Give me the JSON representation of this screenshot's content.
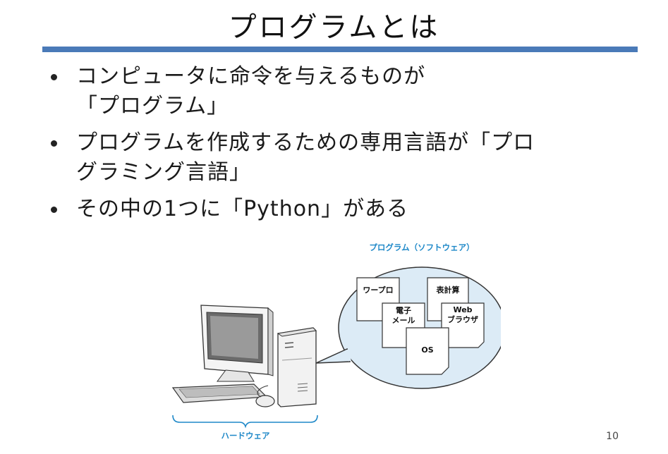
{
  "title": "プログラムとは",
  "bullets": [
    {
      "lines": [
        "コンピュータに命令を与えるものが",
        "「プログラム」"
      ]
    },
    {
      "lines": [
        "プログラムを作成するための専用言語が「プロ",
        "グラミング言語」"
      ]
    },
    {
      "lines": [
        "その中の1つに「Python」がある"
      ]
    }
  ],
  "figure": {
    "software_label": "プログラム（ソフトウェア）",
    "hardware_label": "ハードウェア",
    "docs": {
      "wapuro": "ワープロ",
      "mail_line1": "電子",
      "mail_line2": "メール",
      "spreadsheet": "表計算",
      "web_line1": "Web",
      "web_line2": "ブラウザ",
      "os": "OS"
    },
    "colors": {
      "accent": "#1e88c8",
      "bubble": "#dcebf6",
      "rule": "#4a7ab8"
    }
  },
  "page_number": "10"
}
